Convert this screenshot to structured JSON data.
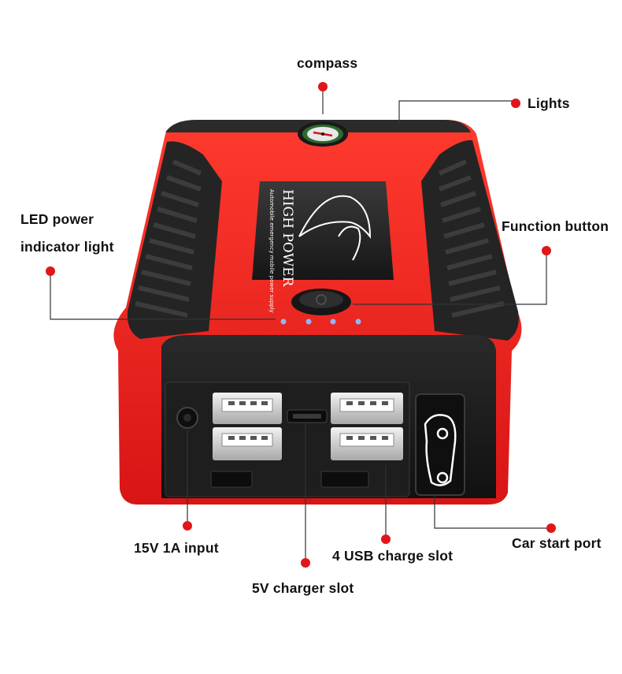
{
  "labels": {
    "compass": "compass",
    "lights": "Lights",
    "led_line1": "LED power",
    "led_line2": "indicator light",
    "function_button": "Function button",
    "input_15v": "15V 1A input",
    "charger_5v": "5V charger slot",
    "usb_slot": "4 USB charge slot",
    "car_start": "Car start port"
  },
  "device": {
    "brand": "HIGH POWER",
    "tagline": "Automobile emergency mobile power supply",
    "usb_port_count": 4,
    "indicator_led_count": 4
  },
  "colors": {
    "body_red": "#e31e1e",
    "rubber_black": "#222222",
    "callout_dot": "#e0161a",
    "callout_line": "#333333",
    "led_blue": "#8fb6ff"
  }
}
